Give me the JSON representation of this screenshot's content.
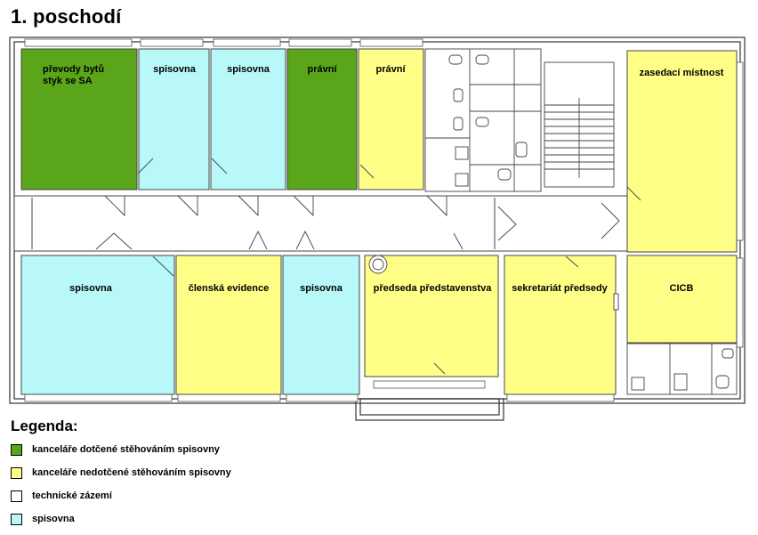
{
  "title": "1. poschodí",
  "colors": {
    "dark_green": "#5aa51a",
    "yellow": "#ffff88",
    "white": "#ffffff",
    "cyan": "#b8f8f8",
    "wall": "#333333"
  },
  "rooms": [
    {
      "id": "prevody",
      "lines": [
        "převody bytů",
        "styk se SA"
      ],
      "category": "dark_green"
    },
    {
      "id": "spisovna-top-1",
      "lines": [
        "spisovna"
      ],
      "category": "cyan"
    },
    {
      "id": "spisovna-top-2",
      "lines": [
        "spisovna"
      ],
      "category": "cyan"
    },
    {
      "id": "pravni-1",
      "lines": [
        "právní"
      ],
      "category": "dark_green"
    },
    {
      "id": "pravni-2",
      "lines": [
        "právní"
      ],
      "category": "yellow"
    },
    {
      "id": "zasedaci",
      "lines": [
        "zasedací místnost"
      ],
      "category": "yellow"
    },
    {
      "id": "spisovna-bottom-1",
      "lines": [
        "spisovna"
      ],
      "category": "cyan"
    },
    {
      "id": "clenska",
      "lines": [
        "členská evidence"
      ],
      "category": "yellow"
    },
    {
      "id": "spisovna-bottom-2",
      "lines": [
        "spisovna"
      ],
      "category": "cyan"
    },
    {
      "id": "predseda",
      "lines": [
        "předseda představenstva"
      ],
      "category": "yellow"
    },
    {
      "id": "sekretariat",
      "lines": [
        "sekretariát předsedy"
      ],
      "category": "yellow"
    },
    {
      "id": "cicb",
      "lines": [
        "CICB"
      ],
      "category": "yellow"
    }
  ],
  "legend": {
    "title": "Legenda:",
    "items": [
      {
        "label": "kanceláře dotčené stěhováním spisovny",
        "color": "#5aa51a"
      },
      {
        "label": "kanceláře nedotčené stěhováním spisovny",
        "color": "#ffff88"
      },
      {
        "label": "technické zázemí",
        "color": "#ffffff"
      },
      {
        "label": "spisovna",
        "color": "#b8f8f8"
      }
    ]
  }
}
